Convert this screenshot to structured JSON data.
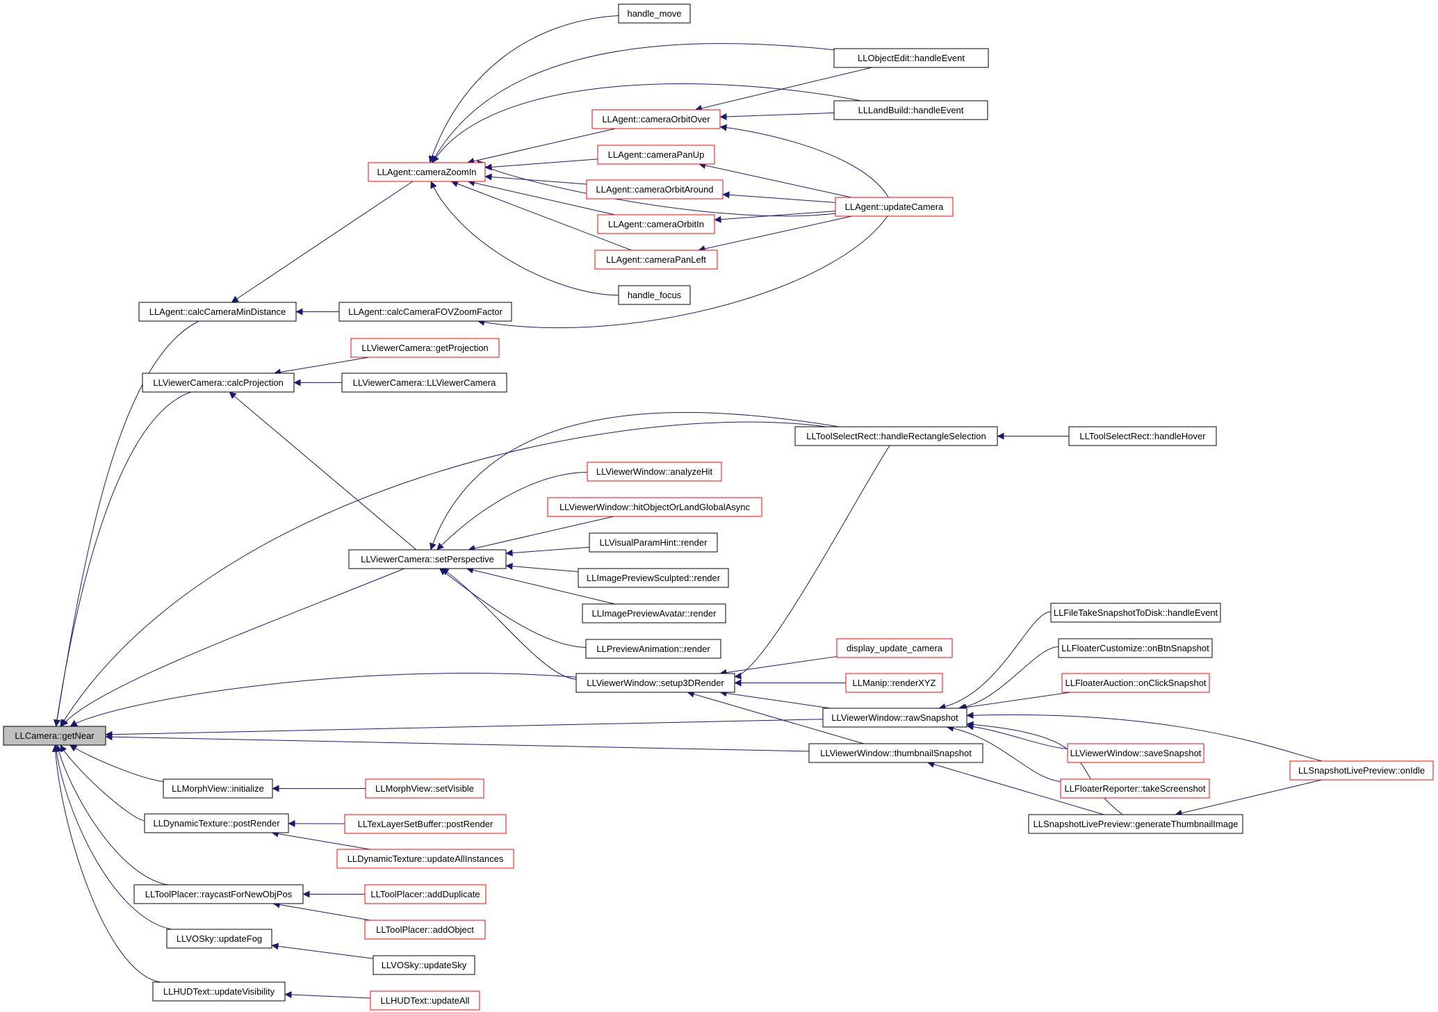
{
  "colors": {
    "edge": "#191970",
    "border_plain": "#000000",
    "border_truncated": "#ff0000",
    "root_fill": "#bfbfbf",
    "node_fill": "#ffffff"
  },
  "nodes": [
    {
      "id": "root",
      "label": "LLCamera::getNear",
      "kind": "root"
    },
    {
      "id": "calcCamMinDist",
      "label": "LLAgent::calcCameraMinDistance",
      "kind": "plain"
    },
    {
      "id": "calcProj",
      "label": "LLViewerCamera::calcProjection",
      "kind": "plain"
    },
    {
      "id": "setPersp",
      "label": "LLViewerCamera::setPerspective",
      "kind": "plain"
    },
    {
      "id": "setup3D",
      "label": "LLViewerWindow::setup3DRender",
      "kind": "plain"
    },
    {
      "id": "rawSnap",
      "label": "LLViewerWindow::rawSnapshot",
      "kind": "plain"
    },
    {
      "id": "thumbSnap",
      "label": "LLViewerWindow::thumbnailSnapshot",
      "kind": "plain"
    },
    {
      "id": "morphInit",
      "label": "LLMorphView::initialize",
      "kind": "plain"
    },
    {
      "id": "dynPost",
      "label": "LLDynamicTexture::postRender",
      "kind": "plain"
    },
    {
      "id": "raycast",
      "label": "LLToolPlacer::raycastForNewObjPos",
      "kind": "plain"
    },
    {
      "id": "updFog",
      "label": "LLVOSky::updateFog",
      "kind": "plain"
    },
    {
      "id": "hudVis",
      "label": "LLHUDText::updateVisibility",
      "kind": "plain"
    },
    {
      "id": "zoomIn",
      "label": "LLAgent::cameraZoomIn",
      "kind": "truncated"
    },
    {
      "id": "fovZoom",
      "label": "LLAgent::calcCameraFOVZoomFactor",
      "kind": "plain"
    },
    {
      "id": "handleMove",
      "label": "handle_move",
      "kind": "plain"
    },
    {
      "id": "objEdit",
      "label": "LLObjectEdit::handleEvent",
      "kind": "plain"
    },
    {
      "id": "landBuild",
      "label": "LLLandBuild::handleEvent",
      "kind": "plain"
    },
    {
      "id": "orbitOver",
      "label": "LLAgent::cameraOrbitOver",
      "kind": "truncated"
    },
    {
      "id": "panUp",
      "label": "LLAgent::cameraPanUp",
      "kind": "truncated"
    },
    {
      "id": "orbitAround",
      "label": "LLAgent::cameraOrbitAround",
      "kind": "truncated"
    },
    {
      "id": "orbitIn",
      "label": "LLAgent::cameraOrbitIn",
      "kind": "truncated"
    },
    {
      "id": "panLeft",
      "label": "LLAgent::cameraPanLeft",
      "kind": "truncated"
    },
    {
      "id": "handleFocus",
      "label": "handle_focus",
      "kind": "plain"
    },
    {
      "id": "updCam",
      "label": "LLAgent::updateCamera",
      "kind": "truncated"
    },
    {
      "id": "getProj",
      "label": "LLViewerCamera::getProjection",
      "kind": "truncated"
    },
    {
      "id": "vcCtor",
      "label": "LLViewerCamera::LLViewerCamera",
      "kind": "plain"
    },
    {
      "id": "rectSel",
      "label": "LLToolSelectRect::handleRectangleSelection",
      "kind": "plain"
    },
    {
      "id": "rectHover",
      "label": "LLToolSelectRect::handleHover",
      "kind": "plain"
    },
    {
      "id": "analyzeHit",
      "label": "LLViewerWindow::analyzeHit",
      "kind": "truncated"
    },
    {
      "id": "hitObj",
      "label": "LLViewerWindow::hitObjectOrLandGlobalAsync",
      "kind": "truncated"
    },
    {
      "id": "vpHint",
      "label": "LLVisualParamHint::render",
      "kind": "plain"
    },
    {
      "id": "ipSculpt",
      "label": "LLImagePreviewSculpted::render",
      "kind": "plain"
    },
    {
      "id": "ipAvatar",
      "label": "LLImagePreviewAvatar::render",
      "kind": "plain"
    },
    {
      "id": "prevAnim",
      "label": "LLPreviewAnimation::render",
      "kind": "plain"
    },
    {
      "id": "dispUpdCam",
      "label": "display_update_camera",
      "kind": "truncated"
    },
    {
      "id": "manipXYZ",
      "label": "LLManip::renderXYZ",
      "kind": "truncated"
    },
    {
      "id": "fileSnap",
      "label": "LLFileTakeSnapshotToDisk::handleEvent",
      "kind": "plain"
    },
    {
      "id": "custSnap",
      "label": "LLFloaterCustomize::onBtnSnapshot",
      "kind": "plain"
    },
    {
      "id": "auctSnap",
      "label": "LLFloaterAuction::onClickSnapshot",
      "kind": "truncated"
    },
    {
      "id": "saveSnap",
      "label": "LLViewerWindow::saveSnapshot",
      "kind": "truncated"
    },
    {
      "id": "takeShot",
      "label": "LLFloaterReporter::takeScreenshot",
      "kind": "truncated"
    },
    {
      "id": "genThumb",
      "label": "LLSnapshotLivePreview::generateThumbnailImage",
      "kind": "plain"
    },
    {
      "id": "onIdle",
      "label": "LLSnapshotLivePreview::onIdle",
      "kind": "truncated"
    },
    {
      "id": "setVisible",
      "label": "LLMorphView::setVisible",
      "kind": "truncated"
    },
    {
      "id": "texPost",
      "label": "LLTexLayerSetBuffer::postRender",
      "kind": "truncated"
    },
    {
      "id": "updAllInst",
      "label": "LLDynamicTexture::updateAllInstances",
      "kind": "truncated"
    },
    {
      "id": "addDup",
      "label": "LLToolPlacer::addDuplicate",
      "kind": "truncated"
    },
    {
      "id": "addObj",
      "label": "LLToolPlacer::addObject",
      "kind": "truncated"
    },
    {
      "id": "updSky",
      "label": "LLVOSky::updateSky",
      "kind": "plain"
    },
    {
      "id": "updAll",
      "label": "LLHUDText::updateAll",
      "kind": "truncated"
    }
  ],
  "edges": [
    [
      "calcCamMinDist",
      "root"
    ],
    [
      "calcProj",
      "root"
    ],
    [
      "setPersp",
      "root"
    ],
    [
      "setup3D",
      "root"
    ],
    [
      "rawSnap",
      "root"
    ],
    [
      "thumbSnap",
      "root"
    ],
    [
      "morphInit",
      "root"
    ],
    [
      "dynPost",
      "root"
    ],
    [
      "raycast",
      "root"
    ],
    [
      "updFog",
      "root"
    ],
    [
      "hudVis",
      "root"
    ],
    [
      "rectSel",
      "root"
    ],
    [
      "zoomIn",
      "calcCamMinDist"
    ],
    [
      "fovZoom",
      "calcCamMinDist"
    ],
    [
      "handleMove",
      "zoomIn"
    ],
    [
      "objEdit",
      "zoomIn"
    ],
    [
      "landBuild",
      "zoomIn"
    ],
    [
      "orbitOver",
      "zoomIn"
    ],
    [
      "panUp",
      "zoomIn"
    ],
    [
      "orbitAround",
      "zoomIn"
    ],
    [
      "orbitIn",
      "zoomIn"
    ],
    [
      "panLeft",
      "zoomIn"
    ],
    [
      "handleFocus",
      "zoomIn"
    ],
    [
      "updCam",
      "zoomIn"
    ],
    [
      "objEdit",
      "orbitOver"
    ],
    [
      "landBuild",
      "orbitOver"
    ],
    [
      "updCam",
      "orbitOver"
    ],
    [
      "updCam",
      "panUp"
    ],
    [
      "updCam",
      "orbitAround"
    ],
    [
      "updCam",
      "orbitIn"
    ],
    [
      "updCam",
      "panLeft"
    ],
    [
      "updCam",
      "fovZoom"
    ],
    [
      "getProj",
      "calcProj"
    ],
    [
      "vcCtor",
      "calcProj"
    ],
    [
      "setPersp",
      "calcProj"
    ],
    [
      "rectSel",
      "setPersp"
    ],
    [
      "analyzeHit",
      "setPersp"
    ],
    [
      "hitObj",
      "setPersp"
    ],
    [
      "vpHint",
      "setPersp"
    ],
    [
      "ipSculpt",
      "setPersp"
    ],
    [
      "ipAvatar",
      "setPersp"
    ],
    [
      "prevAnim",
      "setPersp"
    ],
    [
      "setup3D",
      "setPersp"
    ],
    [
      "rectHover",
      "rectSel"
    ],
    [
      "rectSel",
      "setup3D"
    ],
    [
      "dispUpdCam",
      "setup3D"
    ],
    [
      "manipXYZ",
      "setup3D"
    ],
    [
      "rawSnap",
      "setup3D"
    ],
    [
      "thumbSnap",
      "setup3D"
    ],
    [
      "fileSnap",
      "rawSnap"
    ],
    [
      "custSnap",
      "rawSnap"
    ],
    [
      "auctSnap",
      "rawSnap"
    ],
    [
      "saveSnap",
      "rawSnap"
    ],
    [
      "takeShot",
      "rawSnap"
    ],
    [
      "genThumb",
      "rawSnap"
    ],
    [
      "onIdle",
      "rawSnap"
    ],
    [
      "genThumb",
      "thumbSnap"
    ],
    [
      "onIdle",
      "genThumb"
    ],
    [
      "setVisible",
      "morphInit"
    ],
    [
      "texPost",
      "dynPost"
    ],
    [
      "updAllInst",
      "dynPost"
    ],
    [
      "addDup",
      "raycast"
    ],
    [
      "addObj",
      "raycast"
    ],
    [
      "updSky",
      "updFog"
    ],
    [
      "updAll",
      "hudVis"
    ]
  ]
}
